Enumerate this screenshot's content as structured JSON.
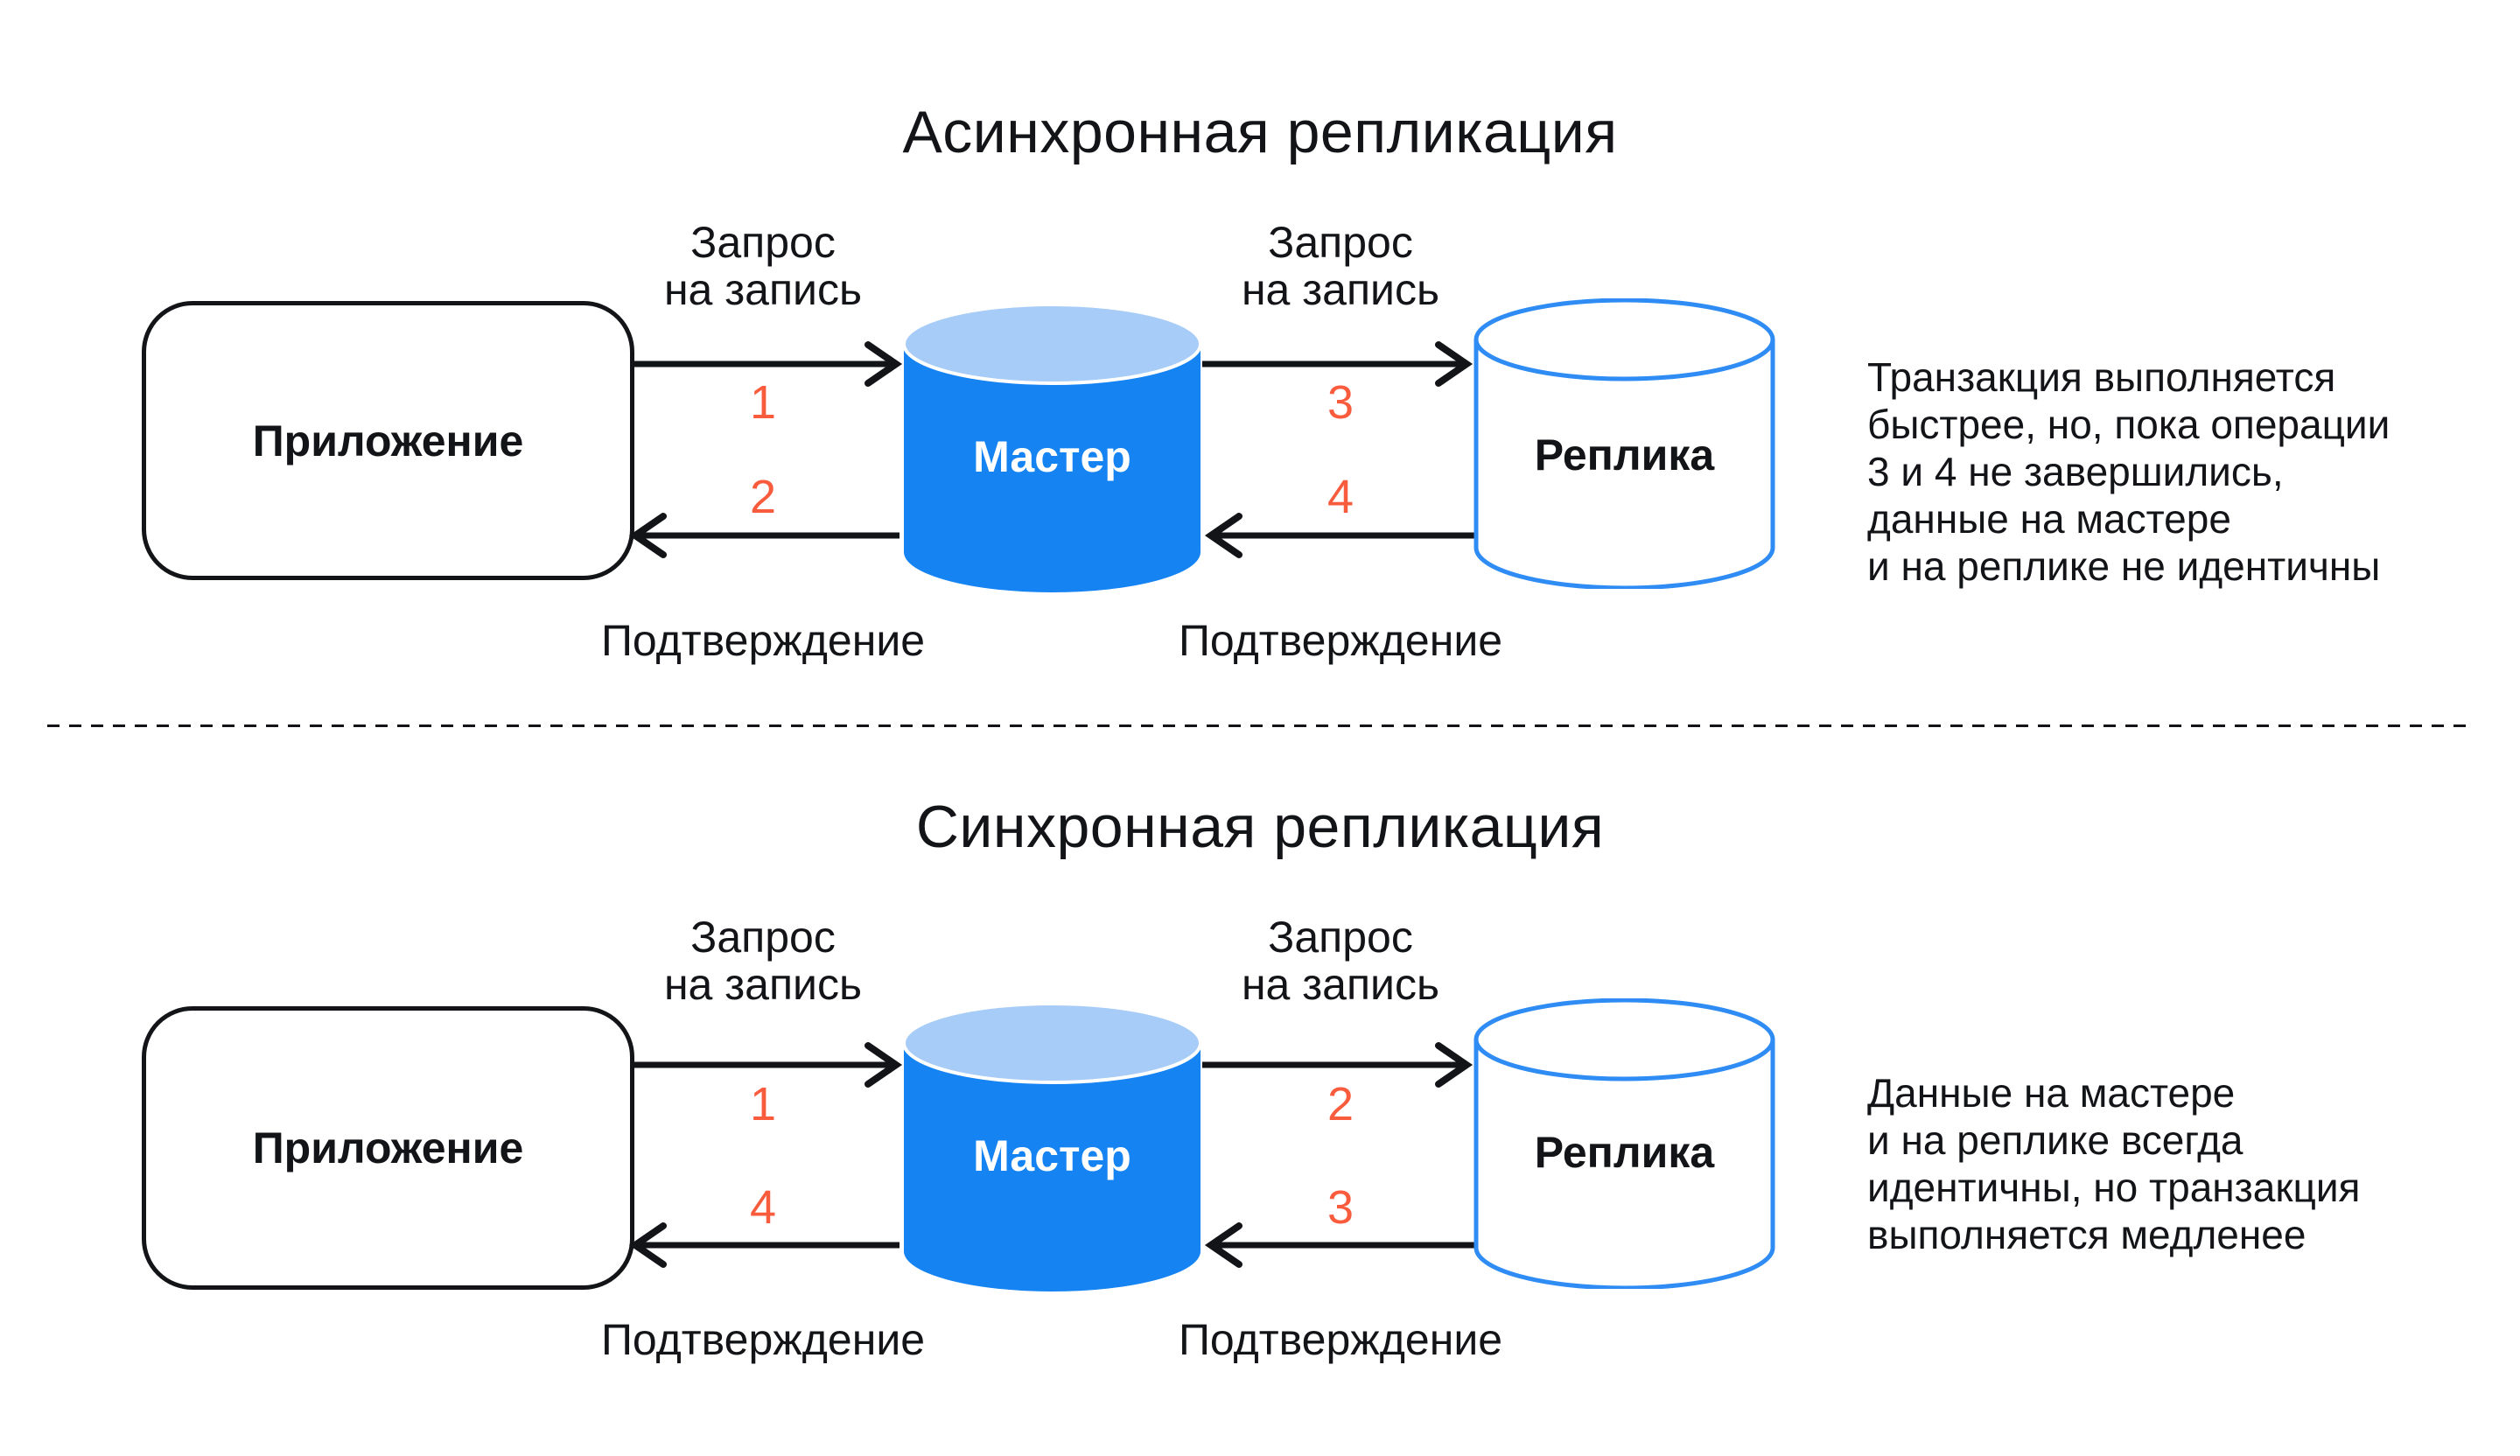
{
  "colors": {
    "ink": "#121417",
    "step": "#F95B3D",
    "master_body": "#1583F2",
    "master_top": "#A7CCF8",
    "replica_stroke": "#2E8CF4"
  },
  "sections": [
    {
      "title": "Асинхронная репликация",
      "app_label": "Приложение",
      "master_label": "Мастер",
      "replica_label": "Реплика",
      "left_channel": {
        "request_line1": "Запрос",
        "request_line2": "на запись",
        "request_step": "1",
        "ack_step": "2",
        "ack_label": "Подтверждение"
      },
      "right_channel": {
        "request_line1": "Запрос",
        "request_line2": "на запись",
        "request_step": "3",
        "ack_step": "4",
        "ack_label": "Подтверждение"
      },
      "note_lines": [
        "Транзакция выполняется",
        "быстрее, но, пока операции",
        "3 и 4 не завершились,",
        "данные на мастере",
        "и на реплике не идентичны"
      ]
    },
    {
      "title": "Синхронная репликация",
      "app_label": "Приложение",
      "master_label": "Мастер",
      "replica_label": "Реплика",
      "left_channel": {
        "request_line1": "Запрос",
        "request_line2": "на запись",
        "request_step": "1",
        "ack_step": "4",
        "ack_label": "Подтверждение"
      },
      "right_channel": {
        "request_line1": "Запрос",
        "request_line2": "на запись",
        "request_step": "2",
        "ack_step": "3",
        "ack_label": "Подтверждение"
      },
      "note_lines": [
        "Данные на мастере",
        "и на реплике всегда",
        "идентичны, но транзакция",
        "выполняется медленее"
      ]
    }
  ]
}
